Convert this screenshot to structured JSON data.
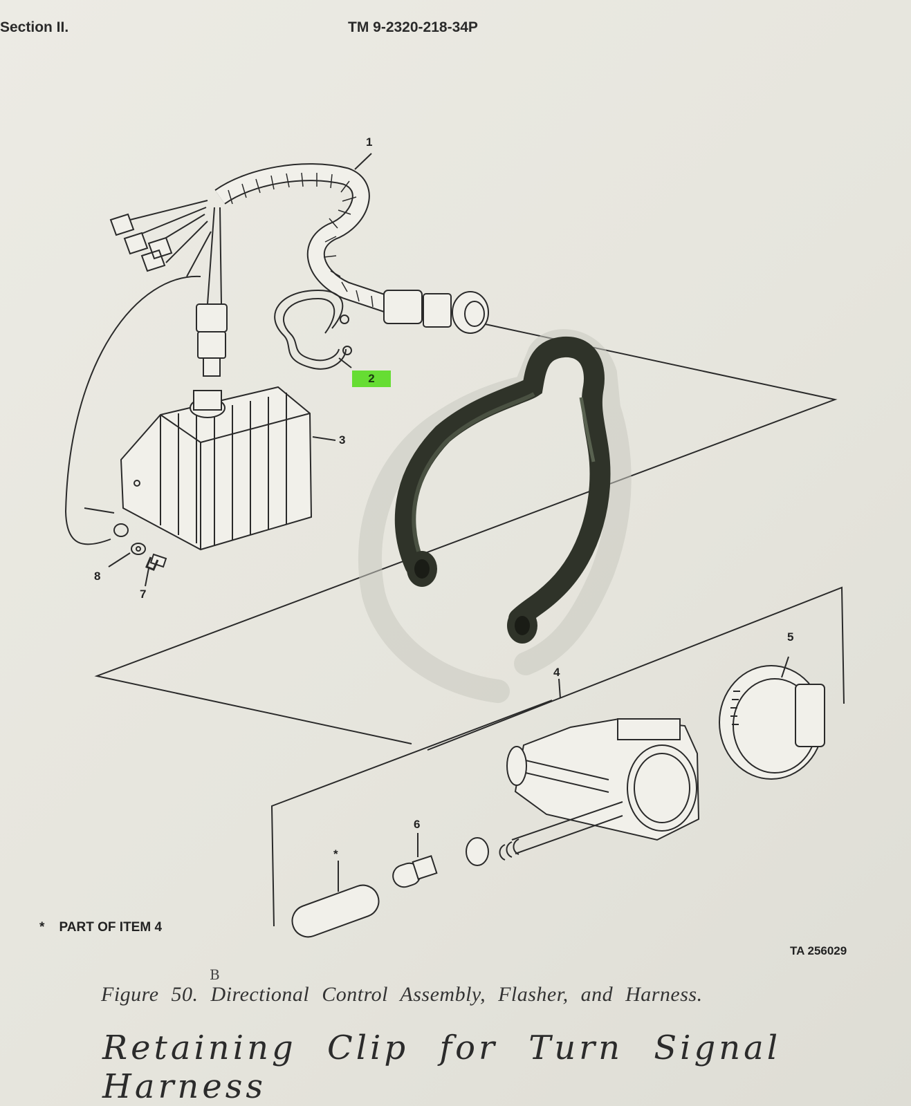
{
  "header": {
    "section": "Section II.",
    "manual_number": "TM 9-2320-218-34P"
  },
  "callouts": {
    "item_1": "1",
    "item_2": "2",
    "item_3": "3",
    "item_4": "4",
    "item_5": "5",
    "item_6": "6",
    "item_7": "7",
    "item_8": "8",
    "star": "*"
  },
  "footnote": "PART OF ITEM 4",
  "drawing_number": "TA 256029",
  "caption": "Figure 50. Directional Control Assembly, Flasher, and Harness.",
  "caption_annotation": "B",
  "handwritten_note": "Retaining Clip for Turn Signal Harness",
  "colors": {
    "paper": "#e9e8e0",
    "ink": "#2a2a2a",
    "highlight": "#66dd33",
    "clip_metal": "#2f3329"
  }
}
